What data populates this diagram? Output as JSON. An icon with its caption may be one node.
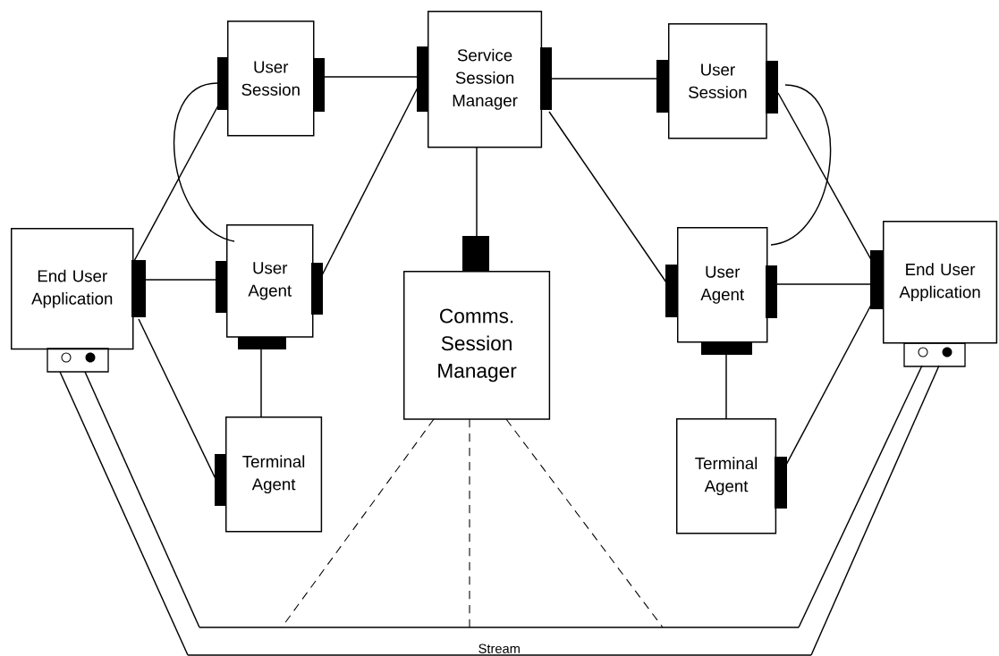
{
  "diagram": {
    "nodes": [
      {
        "text": [
          "Service Session Manager"
        ]
      },
      {
        "text": [
          "User Session"
        ]
      },
      {
        "text": [
          "User Session"
        ]
      },
      {
        "text": [
          "End User Application"
        ]
      },
      {
        "text": [
          "User Agent"
        ]
      },
      {
        "text": [
          "Comms. Session Manager"
        ]
      },
      {
        "text": [
          "User Agent"
        ]
      },
      {
        "text": [
          "End User Application"
        ]
      },
      {
        "text": [
          "Terminal Agent"
        ]
      },
      {
        "text": [
          "Terminal Agent"
        ]
      },
      {
        "text": [
          "Stream"
        ]
      }
    ],
    "edges": [
      {
        "from": 1,
        "to": 0,
        "arrow": "none"
      },
      {
        "from": 3,
        "to": 1,
        "arrow": "none"
      },
      {
        "from": 3,
        "to": 4,
        "arrow": "none"
      },
      {
        "from": 4,
        "to": 0,
        "arrow": "none"
      },
      {
        "from": 1,
        "to": 4,
        "arrow": "none"
      },
      {
        "from": 3,
        "to": 8,
        "arrow": "none"
      },
      {
        "from": 4,
        "to": 8,
        "arrow": "none"
      },
      {
        "from": 0,
        "to": 5,
        "arrow": "none"
      },
      {
        "from": 0,
        "to": 2,
        "arrow": "none"
      },
      {
        "from": 0,
        "to": 6,
        "arrow": "none"
      },
      {
        "from": 2,
        "to": 7,
        "arrow": "none"
      },
      {
        "from": 2,
        "to": 6,
        "arrow": "none"
      },
      {
        "from": 6,
        "to": 7,
        "arrow": "none"
      },
      {
        "from": 9,
        "to": 7,
        "arrow": "none"
      },
      {
        "from": 6,
        "to": 9,
        "arrow": "none"
      },
      {
        "from": 5,
        "to": 10,
        "arrow": "none",
        "style": "dashed"
      },
      {
        "from": 5,
        "to": 10,
        "arrow": "none",
        "style": "dashed"
      },
      {
        "from": 5,
        "to": 10,
        "arrow": "none",
        "style": "dashed"
      },
      {
        "from": 3,
        "to": 10,
        "arrow": "none"
      },
      {
        "from": 3,
        "to": 10,
        "arrow": "none"
      },
      {
        "from": 10,
        "to": 7,
        "arrow": "none"
      },
      {
        "from": 10,
        "to": 7,
        "arrow": "none"
      }
    ]
  }
}
